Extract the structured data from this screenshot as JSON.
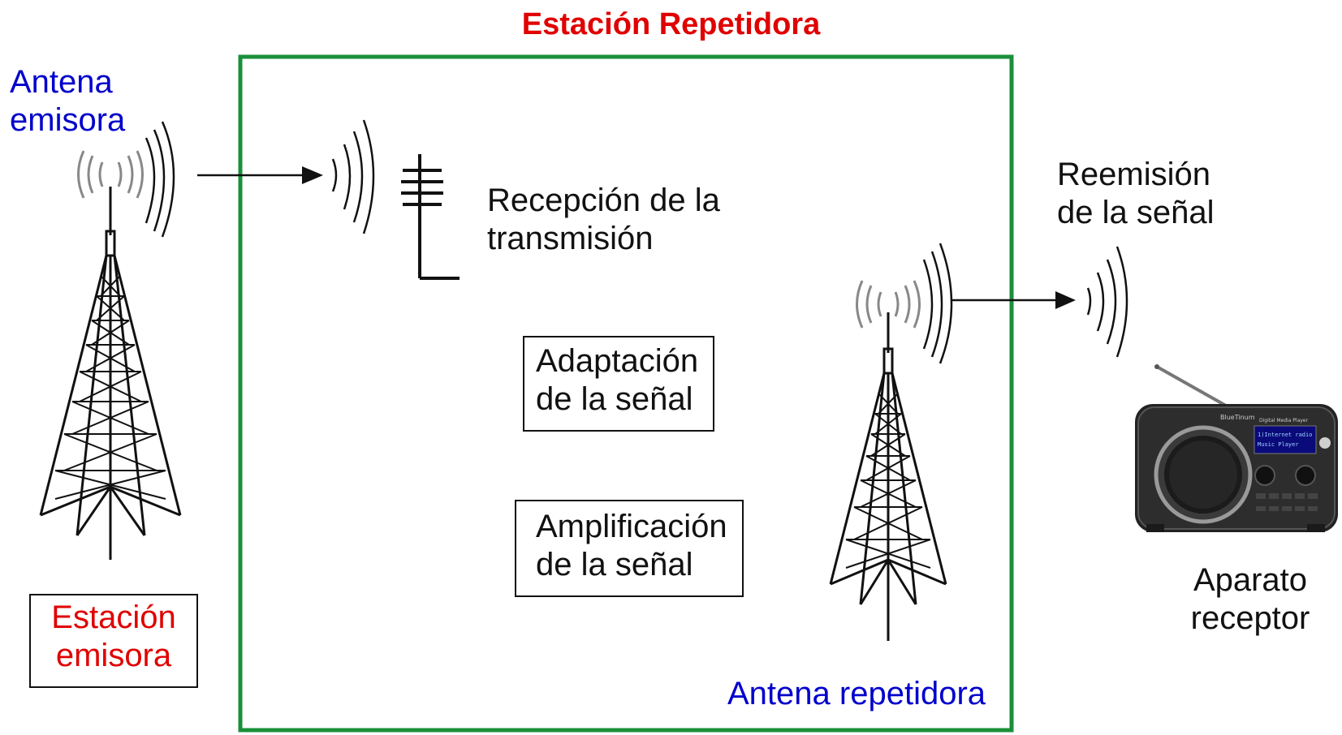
{
  "title": "Estación Repetidora",
  "labels": {
    "antena_emisora": "Antena\nemisora",
    "estacion_emisora": "Estación\nemisora",
    "recepcion": "Recepción de la\ntransmisión",
    "adaptacion": "Adaptación\nde la señal",
    "amplificacion": "Amplificación\nde la señal",
    "antena_repetidora": "Antena repetidora",
    "reemision": "Reemisión\nde la señal",
    "aparato_receptor": "Aparato\nreceptor"
  },
  "radio_display": {
    "brand": "BlueTinum",
    "header": "Digital Media Player",
    "line1": "1)Internet radio",
    "line2": "Music Player"
  },
  "colors": {
    "title": "#e00000",
    "blue_label": "#0000cc",
    "frame": "#1a8f3a"
  }
}
